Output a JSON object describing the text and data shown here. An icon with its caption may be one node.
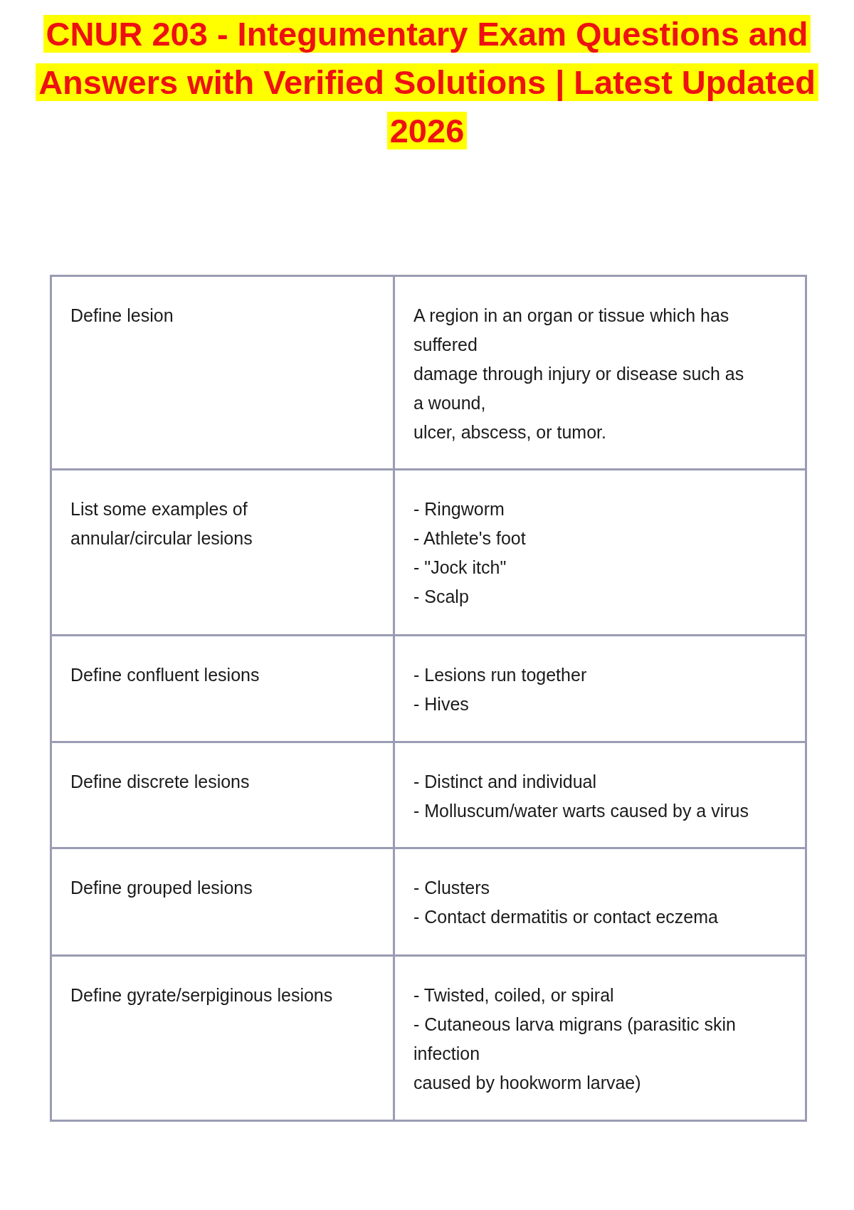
{
  "diagram": {
    "title": "CNUR 203 - Integumentary Exam Questions and Answers with Verified Solutions | Latest Updated 2026",
    "labels": [
      "Define lesion",
      "A region in an organ or tissue which has\nsuffered\ndamage through injury or disease such as\na wound,\nulcer, abscess, or tumor.",
      "List some examples of\nannular/circular lesions",
      "- Ringworm\n- Athlete's foot\n- \"Jock itch\"\n- Scalp",
      "Define confluent lesions",
      "- Lesions run together\n- Hives",
      "Define discrete lesions",
      "- Distinct and individual\n- Molluscum/water warts caused by a virus",
      "Define grouped lesions",
      "- Clusters\n- Contact dermatitis or contact eczema",
      "Define gyrate/serpiginous lesions",
      "- Twisted, coiled, or spiral\n- Cutaneous larva migrans (parasitic skin\ninfection\ncaused by hookworm larvae)"
    ]
  }
}
